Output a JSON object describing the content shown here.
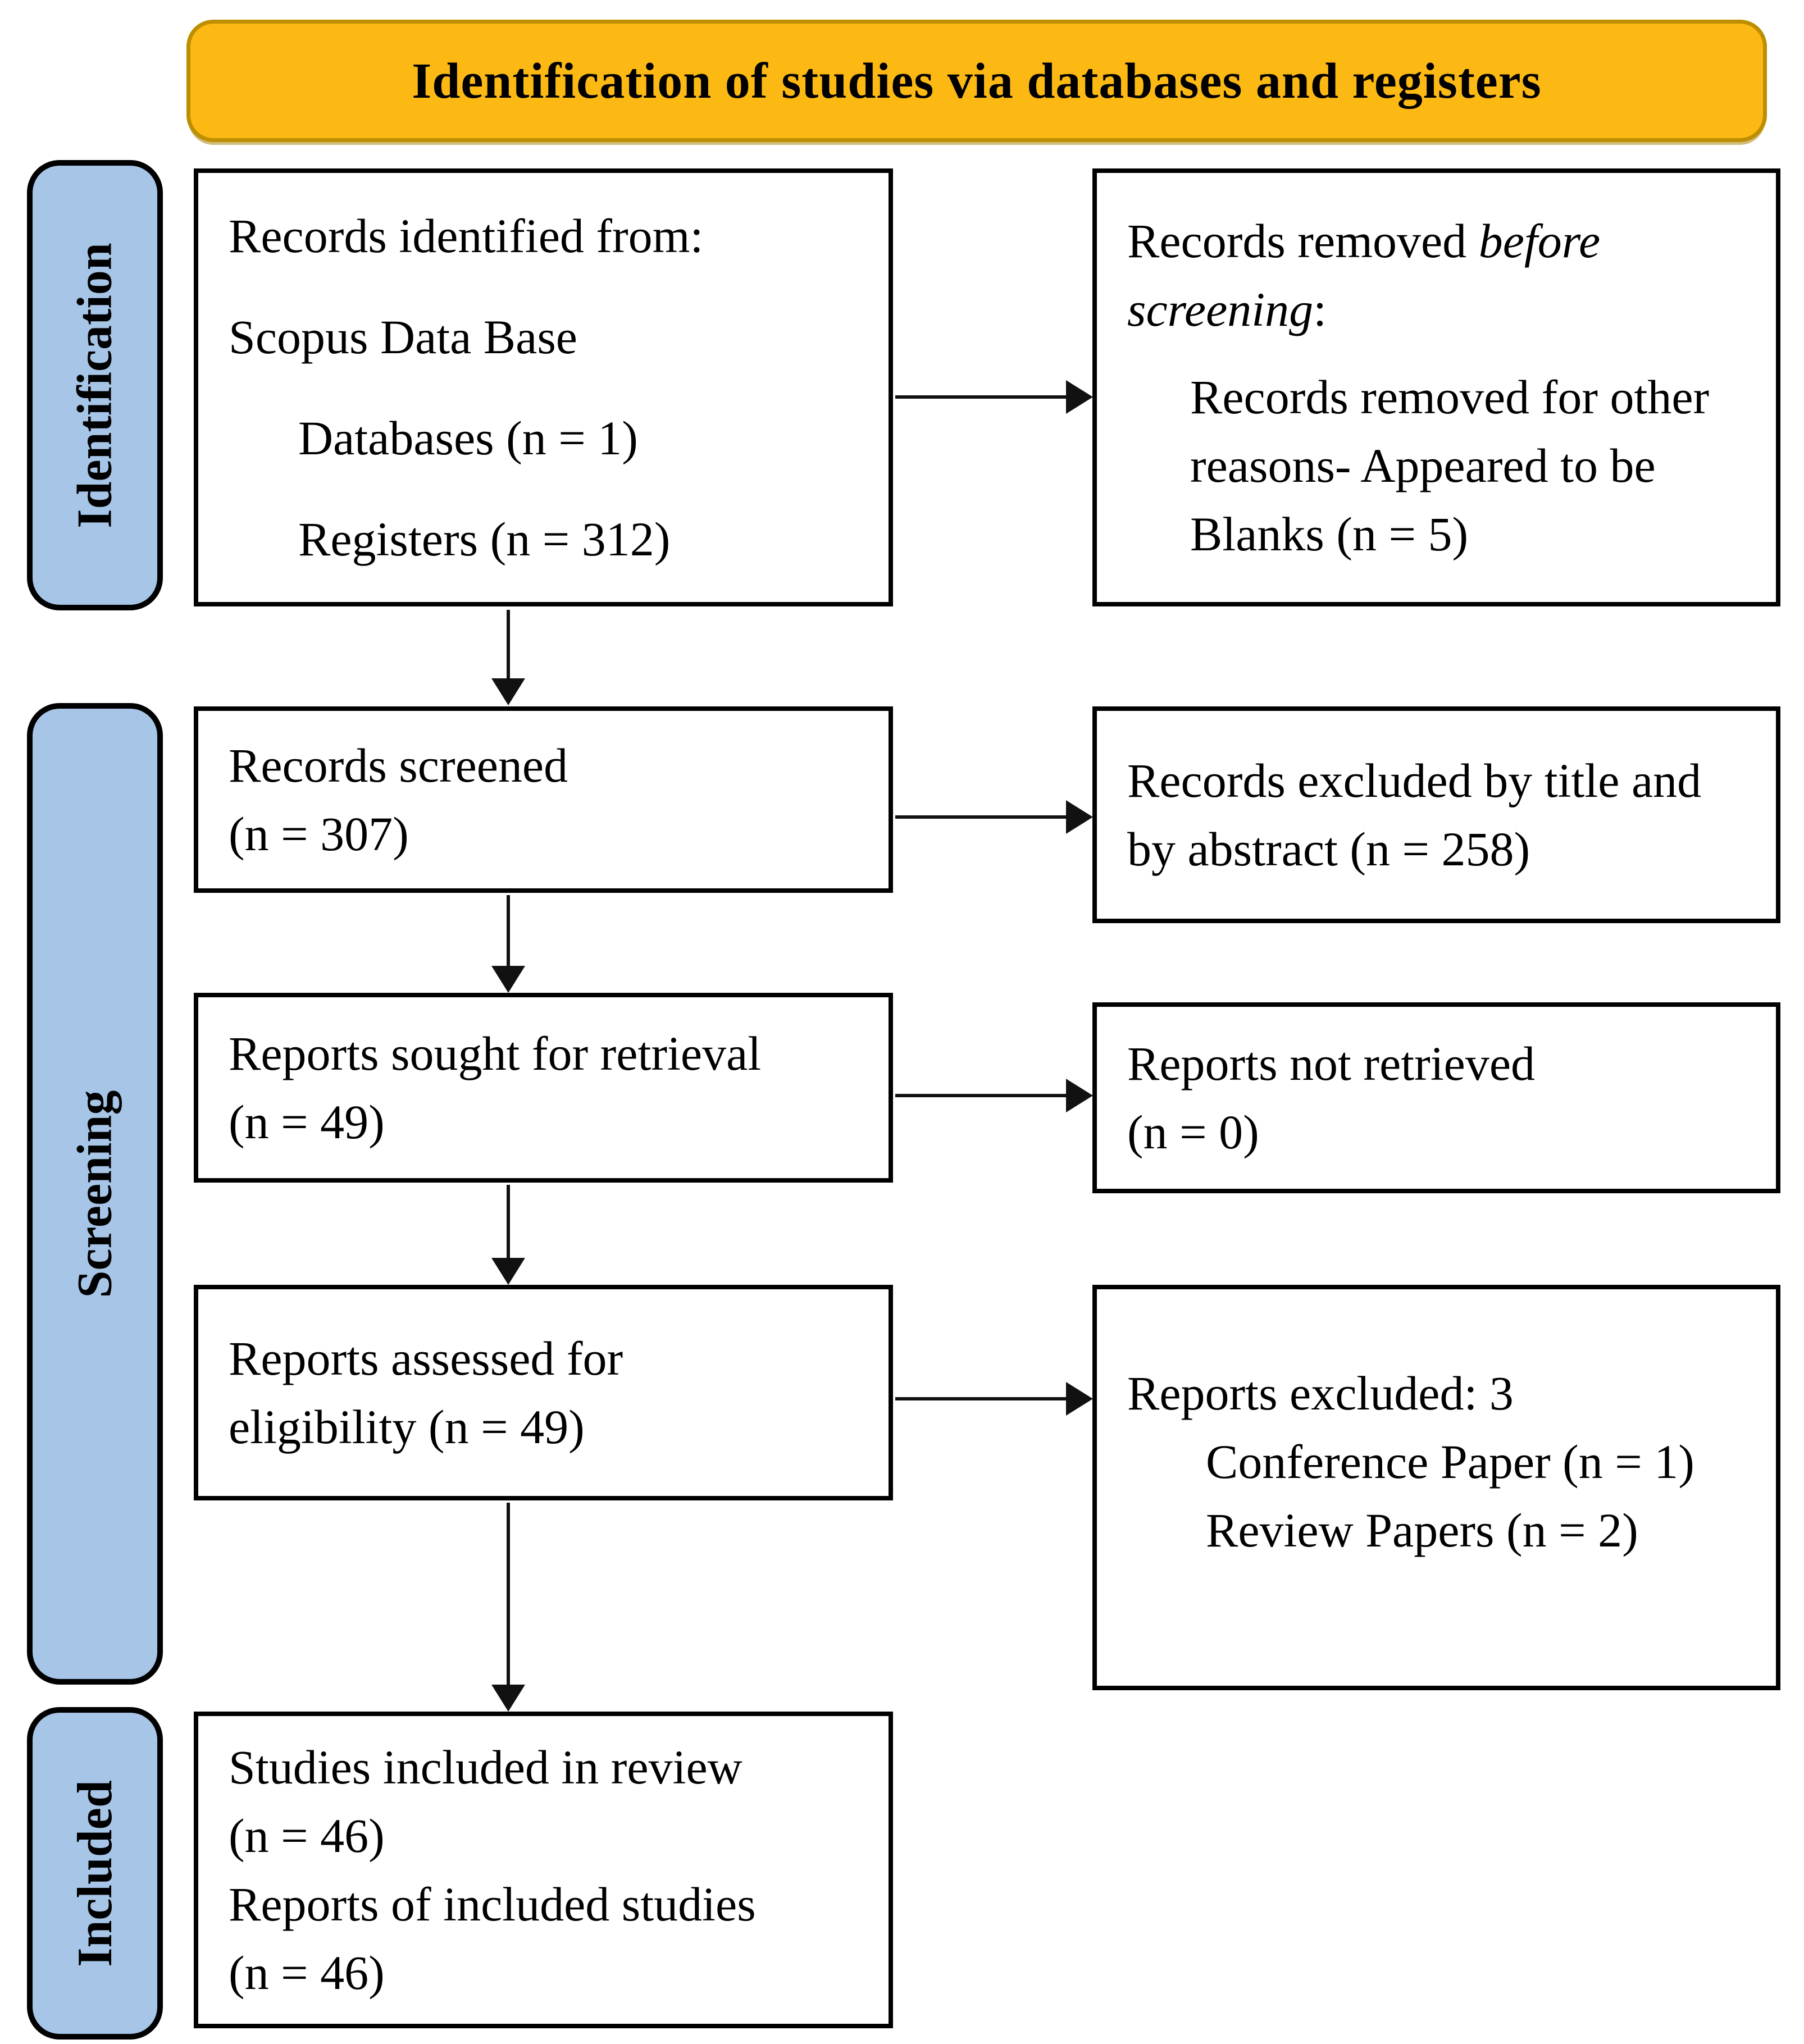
{
  "banner": {
    "title": "Identification of studies via databases and registers"
  },
  "stages": {
    "identification": "Identification",
    "screening": "Screening",
    "included": "Included"
  },
  "boxes": {
    "records_identified": {
      "line1": "Records identified from:",
      "line2": "Scopus Data Base",
      "indent1": "Databases (n = 1)",
      "indent2": "Registers (n = 312)"
    },
    "records_removed": {
      "lead": "Records removed ",
      "lead_italic": "before screening",
      "lead_colon": ":",
      "indent1": "Records removed for other",
      "indent2": "reasons- Appeared to be",
      "indent3": "Blanks (n = 5)"
    },
    "records_screened": {
      "line1": "Records screened",
      "line2": "(n = 307)"
    },
    "records_excluded": {
      "line1": "Records excluded by title and",
      "line2": "by abstract (n = 258)"
    },
    "reports_sought": {
      "line1": "Reports sought for retrieval",
      "line2": "(n = 49)"
    },
    "reports_not_retrieved": {
      "line1": "Reports not retrieved",
      "line2": "(n = 0)"
    },
    "reports_assessed": {
      "line1": "Reports assessed for",
      "line2": "eligibility (n = 49)"
    },
    "reports_excluded": {
      "line1": "Reports excluded: 3",
      "indent1": "Conference Paper (n = 1)",
      "indent2": "Review Papers (n = 2)"
    },
    "studies_included": {
      "line1": "Studies included in review",
      "line2": "(n = 46)",
      "line3": "Reports of included studies",
      "line4": "(n = 46)"
    }
  },
  "colors": {
    "banner_fill": "#FCB813",
    "banner_border": "#BD8E00",
    "stage_fill": "#A6C5E7",
    "box_border": "#000000",
    "arrow": "#111111",
    "background": "#FFFFFF"
  }
}
